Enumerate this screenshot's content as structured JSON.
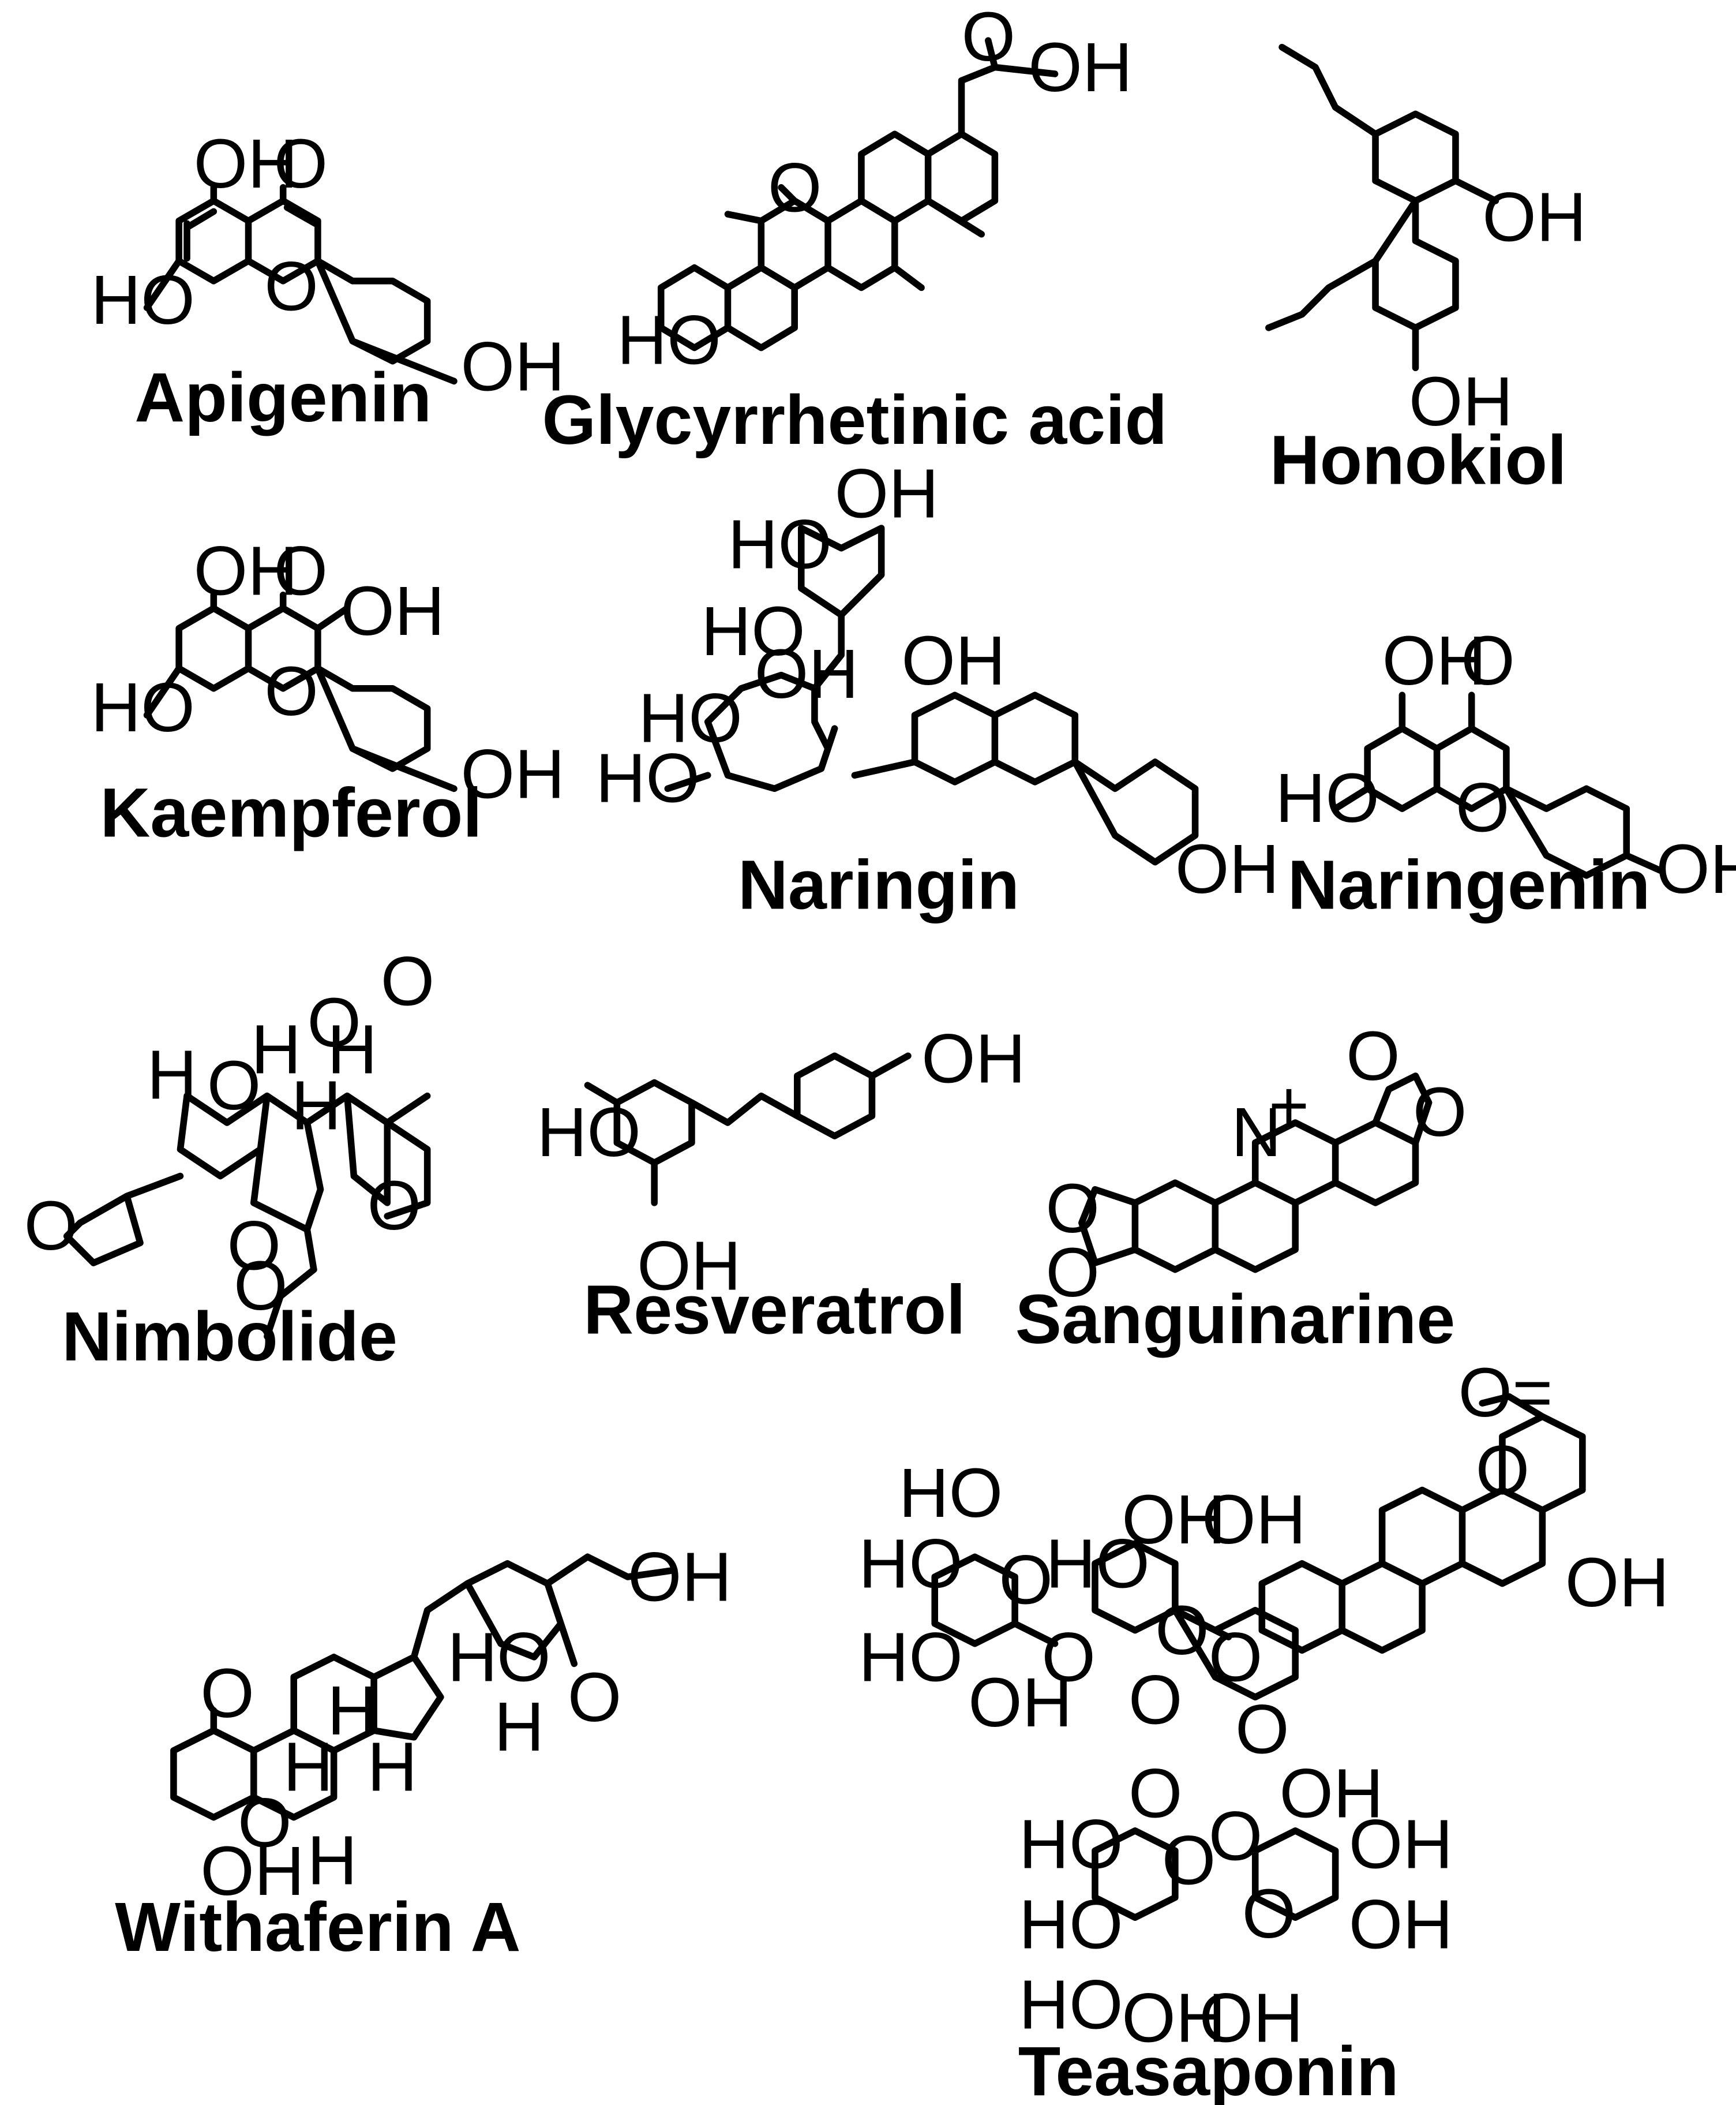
{
  "compounds": [
    {
      "name": "Apigenin"
    },
    {
      "name": "Glycyrrhetinic acid"
    },
    {
      "name": "Honokiol"
    },
    {
      "name": "Kaempferol"
    },
    {
      "name": "Naringin"
    },
    {
      "name": "Naringenin"
    },
    {
      "name": "Nimbolide"
    },
    {
      "name": "Resveratrol"
    },
    {
      "name": "Sanguinarine"
    },
    {
      "name": "Withaferin A"
    },
    {
      "name": "Teasaponin"
    }
  ],
  "atom_labels": {
    "oh": "OH",
    "ho": "HO",
    "o": "O",
    "h": "H",
    "n_plus": "N",
    "plus": "+",
    "o_eq": "O="
  }
}
